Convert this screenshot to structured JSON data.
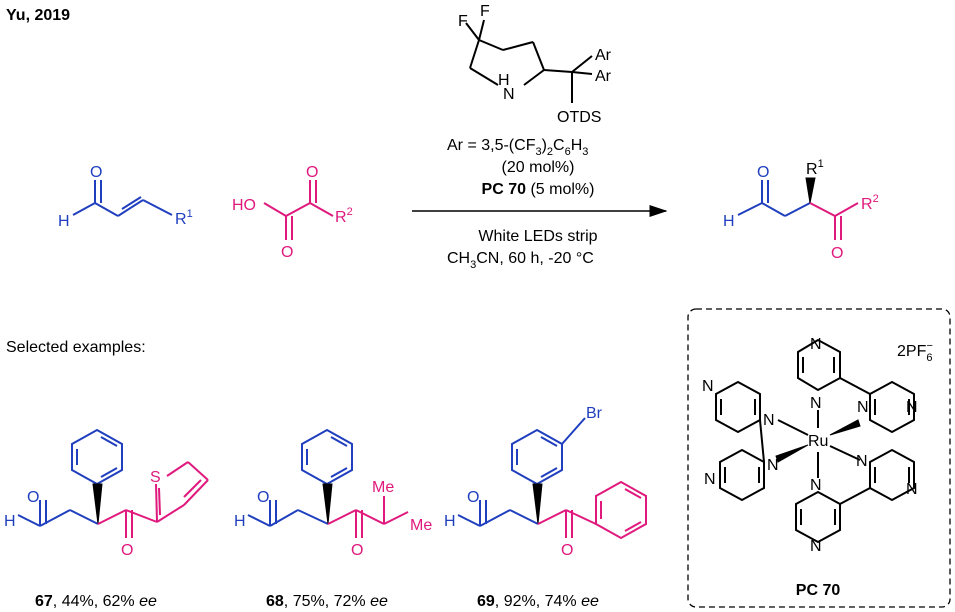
{
  "header": {
    "title": "Yu, 2019"
  },
  "reaction": {
    "reagent_ar": "Ar = 3,5-(CF",
    "reagent_ar_sub1": "3",
    "reagent_ar_mid": ")",
    "reagent_ar_sub2": "2",
    "reagent_ar_c6": "C",
    "reagent_ar_sub3": "6",
    "reagent_ar_h": "H",
    "reagent_ar_sub4": "3",
    "loading": "(20 mol%)",
    "pc_label": "PC 70",
    "pc_loading": "(5 mol%)",
    "light": "White LEDs strip",
    "conditions": "CH",
    "conditions_sub": "3",
    "conditions_rest": "CN, 60 h, -20 °C"
  },
  "atoms": {
    "F": "F",
    "H": "H",
    "N": "N",
    "O": "O",
    "HO": "HO",
    "R": "R",
    "one": "1",
    "two": "2",
    "Ar": "Ar",
    "OTDS": "OTDS",
    "Me": "Me",
    "Br": "Br",
    "Ru": "Ru",
    "S": "S"
  },
  "examples": {
    "heading": "Selected examples:",
    "items": [
      {
        "id": "67",
        "text": ", 44%, 62% ",
        "ee": "ee"
      },
      {
        "id": "68",
        "text": ", 75%, 72% ",
        "ee": "ee"
      },
      {
        "id": "69",
        "text": ", 92%, 74% ",
        "ee": "ee"
      }
    ]
  },
  "catalyst_box": {
    "salt_prefix": "2PF",
    "salt_sub": "6",
    "salt_sup": "−",
    "label": "PC 70"
  },
  "colors": {
    "aldehyde": "#1f3fbf",
    "acyl": "#e0197d",
    "text": "#000000"
  }
}
